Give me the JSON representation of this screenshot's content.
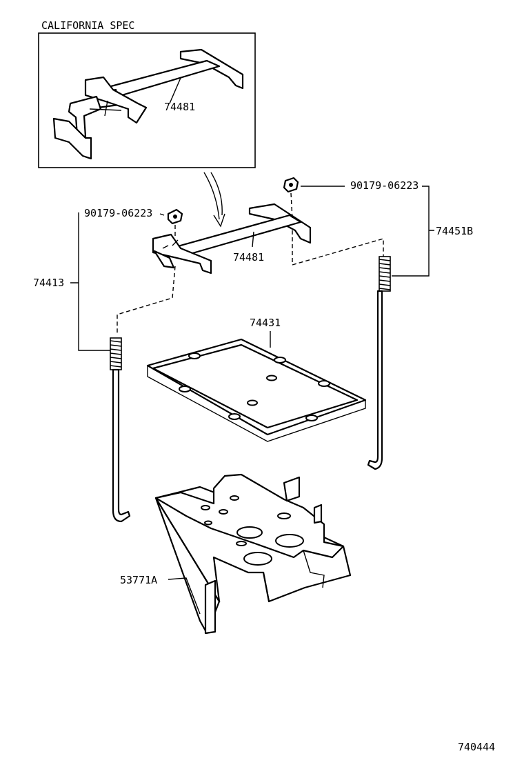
{
  "inset": {
    "title": "CALIFORNIA SPEC",
    "part_number": "74481"
  },
  "parts": {
    "nut_left": "90179-06223",
    "nut_right": "90179-06223",
    "clamp": "74481",
    "rod_left": "74413",
    "rod_right": "74451B",
    "tray": "74431",
    "carrier": "53771A"
  },
  "figure_code": "740444"
}
